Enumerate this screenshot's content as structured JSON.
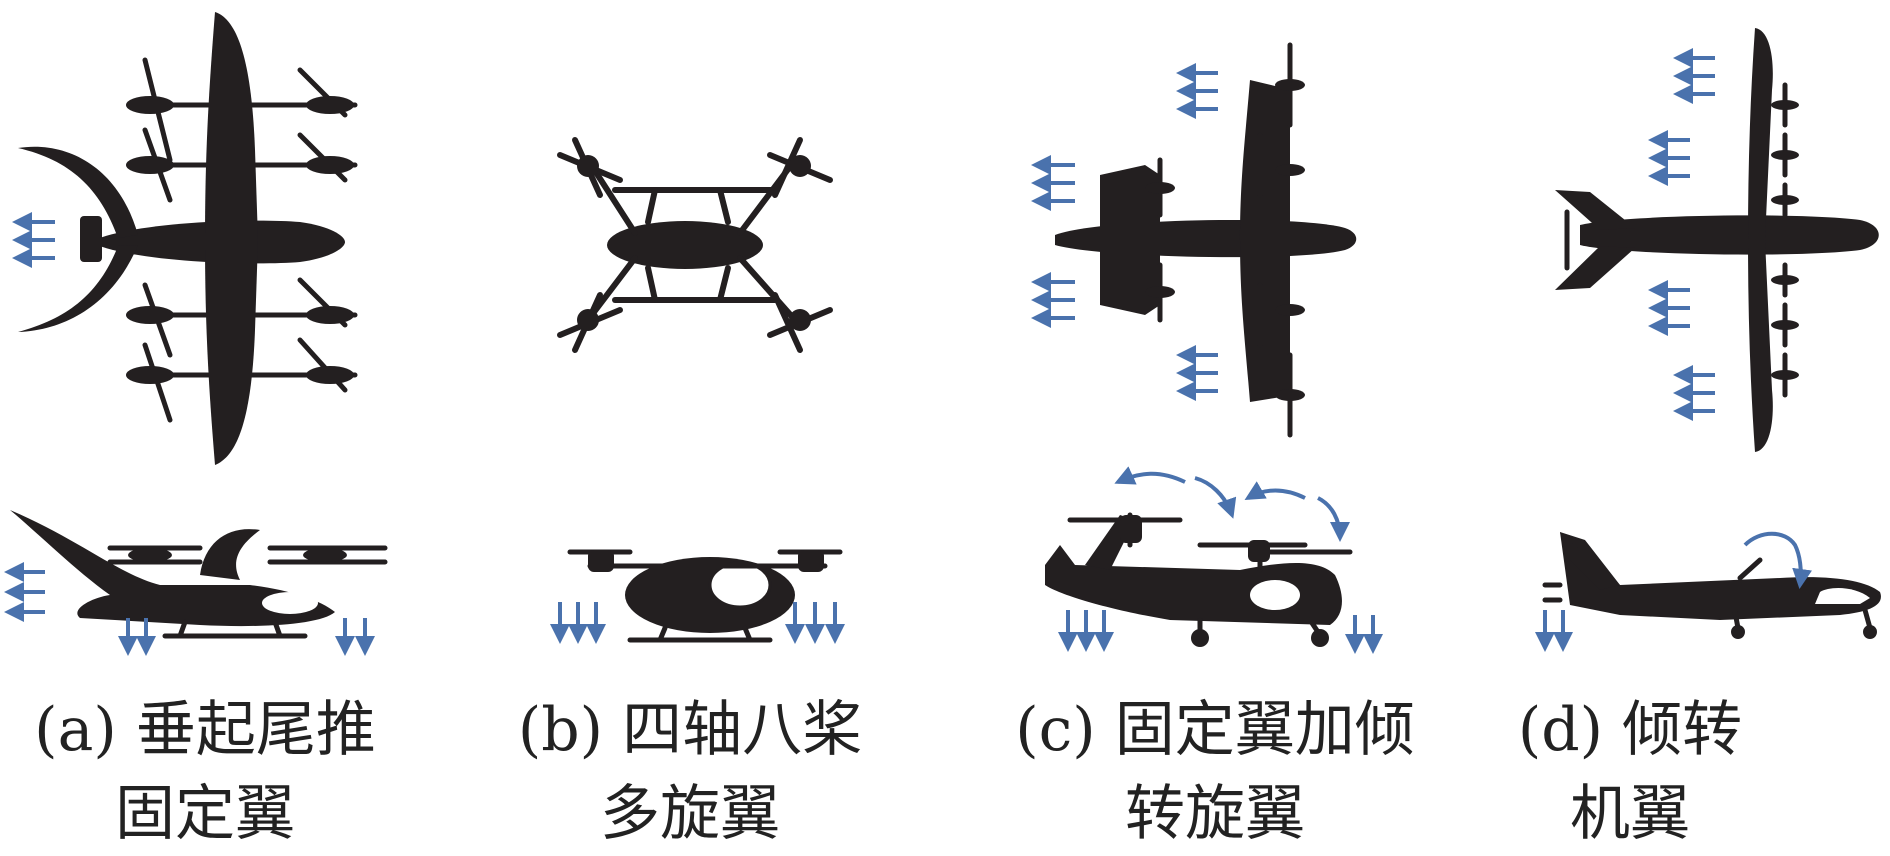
{
  "colors": {
    "silhouette": "#231f20",
    "arrow": "#4a72ad",
    "background": "#ffffff"
  },
  "panels": [
    {
      "id": "a",
      "caption_line1": "(a) 垂起尾推",
      "caption_line2": "固定翼"
    },
    {
      "id": "b",
      "caption_line1": "(b) 四轴八桨",
      "caption_line2": "多旋翼"
    },
    {
      "id": "c",
      "caption_line1": "(c) 固定翼加倾",
      "caption_line2": "转旋翼"
    },
    {
      "id": "d",
      "caption_line1": "(d) 倾转",
      "caption_line2": "机翼"
    }
  ]
}
